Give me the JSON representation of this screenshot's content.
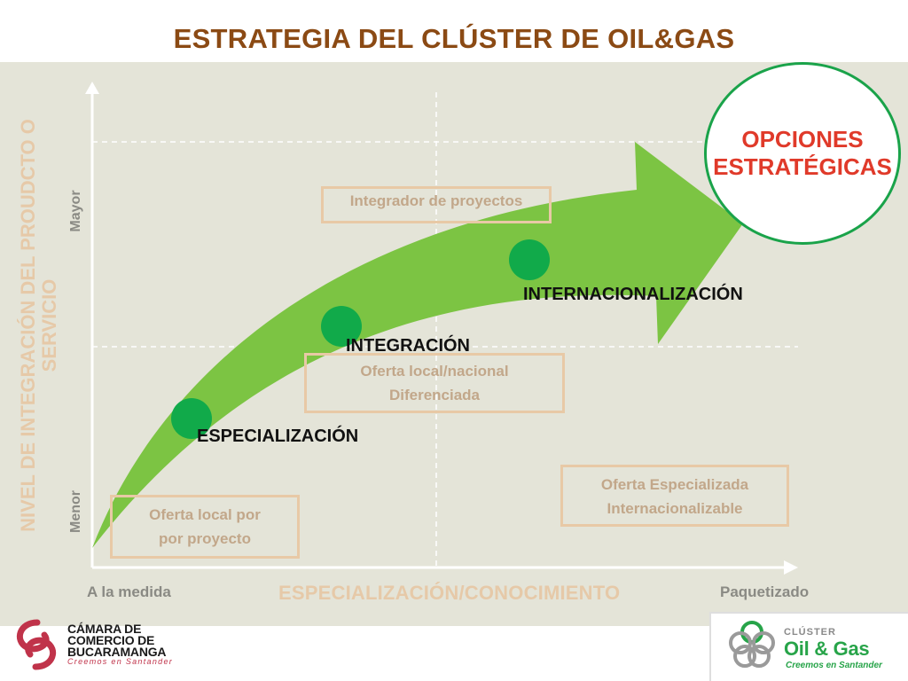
{
  "title": "ESTRATEGIA DEL CLÚSTER DE OIL&GAS",
  "axes": {
    "y_label": "NIVEL DE INTEGRACIÓN DEL PROUDCTO O SERVICIO",
    "y_high": "Mayor",
    "y_low": "Menor",
    "x_label": "ESPECIALIZACIÓN/CONOCIMIENTO",
    "x_left": "A la medida",
    "x_right": "Paquetizado"
  },
  "quadrants": {
    "top": "Integrador de proyectos",
    "middle_line1": "Oferta local/nacional",
    "middle_line2": "Diferenciada",
    "bottom_left_line1": "Oferta local por",
    "bottom_left_line2": "por proyecto",
    "bottom_right_line1": "Oferta Especializada",
    "bottom_right_line2": "Internacionalizable"
  },
  "stages": [
    "ESPECIALIZACIÓN",
    "INTEGRACIÓN",
    "INTERNACIONALIZACIÓN"
  ],
  "options": {
    "line1": "OPCIONES",
    "line2": "ESTRATÉGICAS"
  },
  "logo_left": {
    "line1": "CÁMARA DE",
    "line2": "COMERCIO DE",
    "line3": "BUCARAMANGA",
    "tagline": "Creemos en Santander"
  },
  "logo_right": {
    "small": "CLÚSTER",
    "big": "Oil & Gas",
    "tagline": "Creemos en Santander"
  },
  "colors": {
    "title": "#8B4A14",
    "arrow": "#7cc443",
    "dots": "#11aa4a",
    "options_text": "#e03a2a",
    "options_border": "#1aa34a"
  }
}
